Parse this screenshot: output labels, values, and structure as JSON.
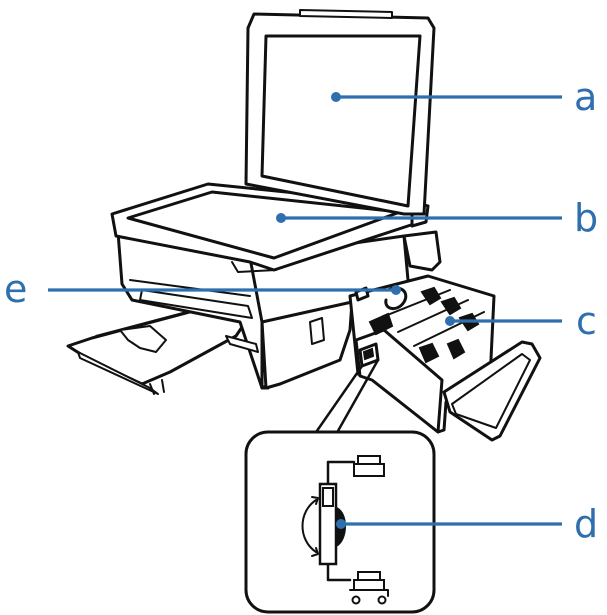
{
  "callouts": {
    "a": "a",
    "b": "b",
    "c": "c",
    "d": "d",
    "e": "e"
  },
  "colors": {
    "accent": "#2f6fae",
    "line": "#111111"
  },
  "icons": [
    "printer-illustration",
    "lever-closeup-icon",
    "printer-small-icon",
    "printer-cart-icon"
  ]
}
